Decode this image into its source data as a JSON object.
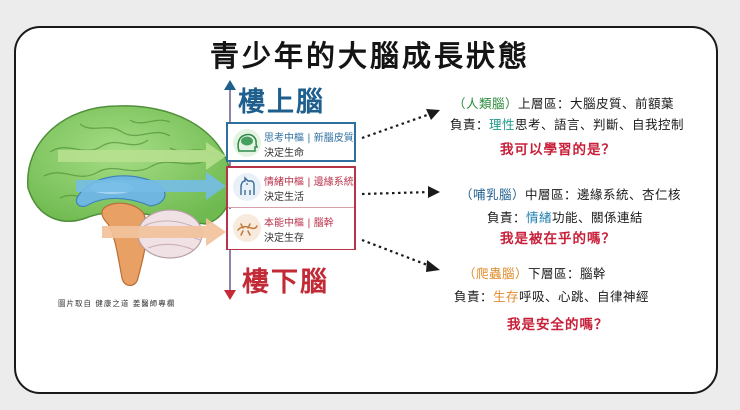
{
  "title": "青少年的大腦成長狀態",
  "upper_label": "樓上腦",
  "lower_label": "樓下腦",
  "boxes": [
    {
      "name": "思考中樞",
      "sep": "|",
      "region": "新腦皮質",
      "sub": "決定生命",
      "color": "#2e6fa0",
      "icon": "brain-head-icon"
    },
    {
      "name": "情緒中樞",
      "sep": "|",
      "region": "邊緣系統",
      "sub": "決定生活",
      "color": "#b8324a",
      "icon": "dog-icon"
    },
    {
      "name": "本能中樞",
      "sep": "|",
      "region": "腦幹",
      "sub": "決定生存",
      "color": "#b8324a",
      "icon": "lizard-icon"
    }
  ],
  "right": {
    "upper": {
      "tag": "（人類腦）",
      "desc": "上層區：大腦皮質、前額葉",
      "duty_prefix": "負責：",
      "duty_hl": "理性",
      "duty_rest": "思考、語言、判斷、自我控制",
      "question": "我可以學習的是？"
    },
    "middle": {
      "tag": "（哺乳腦）",
      "desc": "中層區：邊緣系統、杏仁核",
      "duty_prefix": "負責：",
      "duty_hl": "情緒",
      "duty_rest": "功能、關係連結",
      "question": "我是被在乎的嗎？"
    },
    "lower": {
      "tag": "（爬蟲腦）",
      "desc": "下層區：腦幹",
      "duty_prefix": "負責：",
      "duty_hl": "生存",
      "duty_rest": "呼吸、心跳、自律神經",
      "question": "我是安全的嗎？"
    }
  },
  "credit": "圖片取自 健康之道 姜醫師專欄",
  "colors": {
    "blue": "#1e5f8e",
    "red": "#c22a36",
    "teal": "#1f9a8a",
    "orange": "#e08a2a",
    "green": "#4a9a3a"
  }
}
